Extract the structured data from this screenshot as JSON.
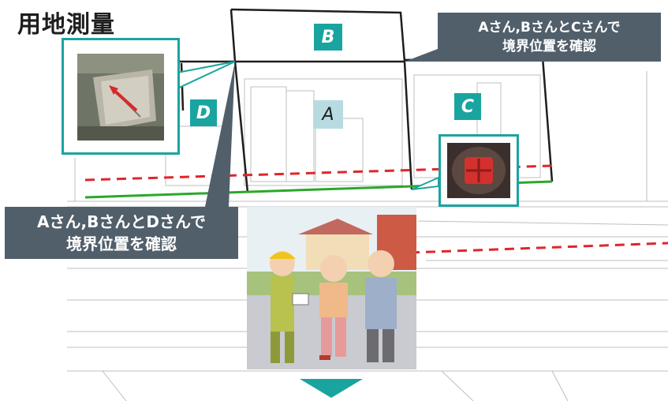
{
  "page": {
    "title": "用地測量"
  },
  "parcels": {
    "a": "A",
    "b": "B",
    "c": "C",
    "d": "D"
  },
  "callouts": {
    "abc_line1": "Aさん,Bさんと",
    "abc_line2": "Cさんで",
    "abc_line3": "境界位置を確認",
    "abd_line1": "Aさん,Bさんと",
    "abd_line2": "Dさんで",
    "abd_line3": "境界位置を確認"
  },
  "colors": {
    "accent": "#1aa4a0",
    "callout_bg": "#515f6b",
    "boundary_red": "#e0262a",
    "boundary_green": "#2aa82a",
    "parcel_a_bg": "#b7dbe0"
  },
  "images": {
    "boundary_stake_photo": "photo-of-stone-boundary-marker-with-red-arrow",
    "red_marker_photo": "photo-of-red-cross-boundary-pin",
    "illustration": "illustration-of-surveyor-and-two-neighbors-confirming-boundary"
  }
}
